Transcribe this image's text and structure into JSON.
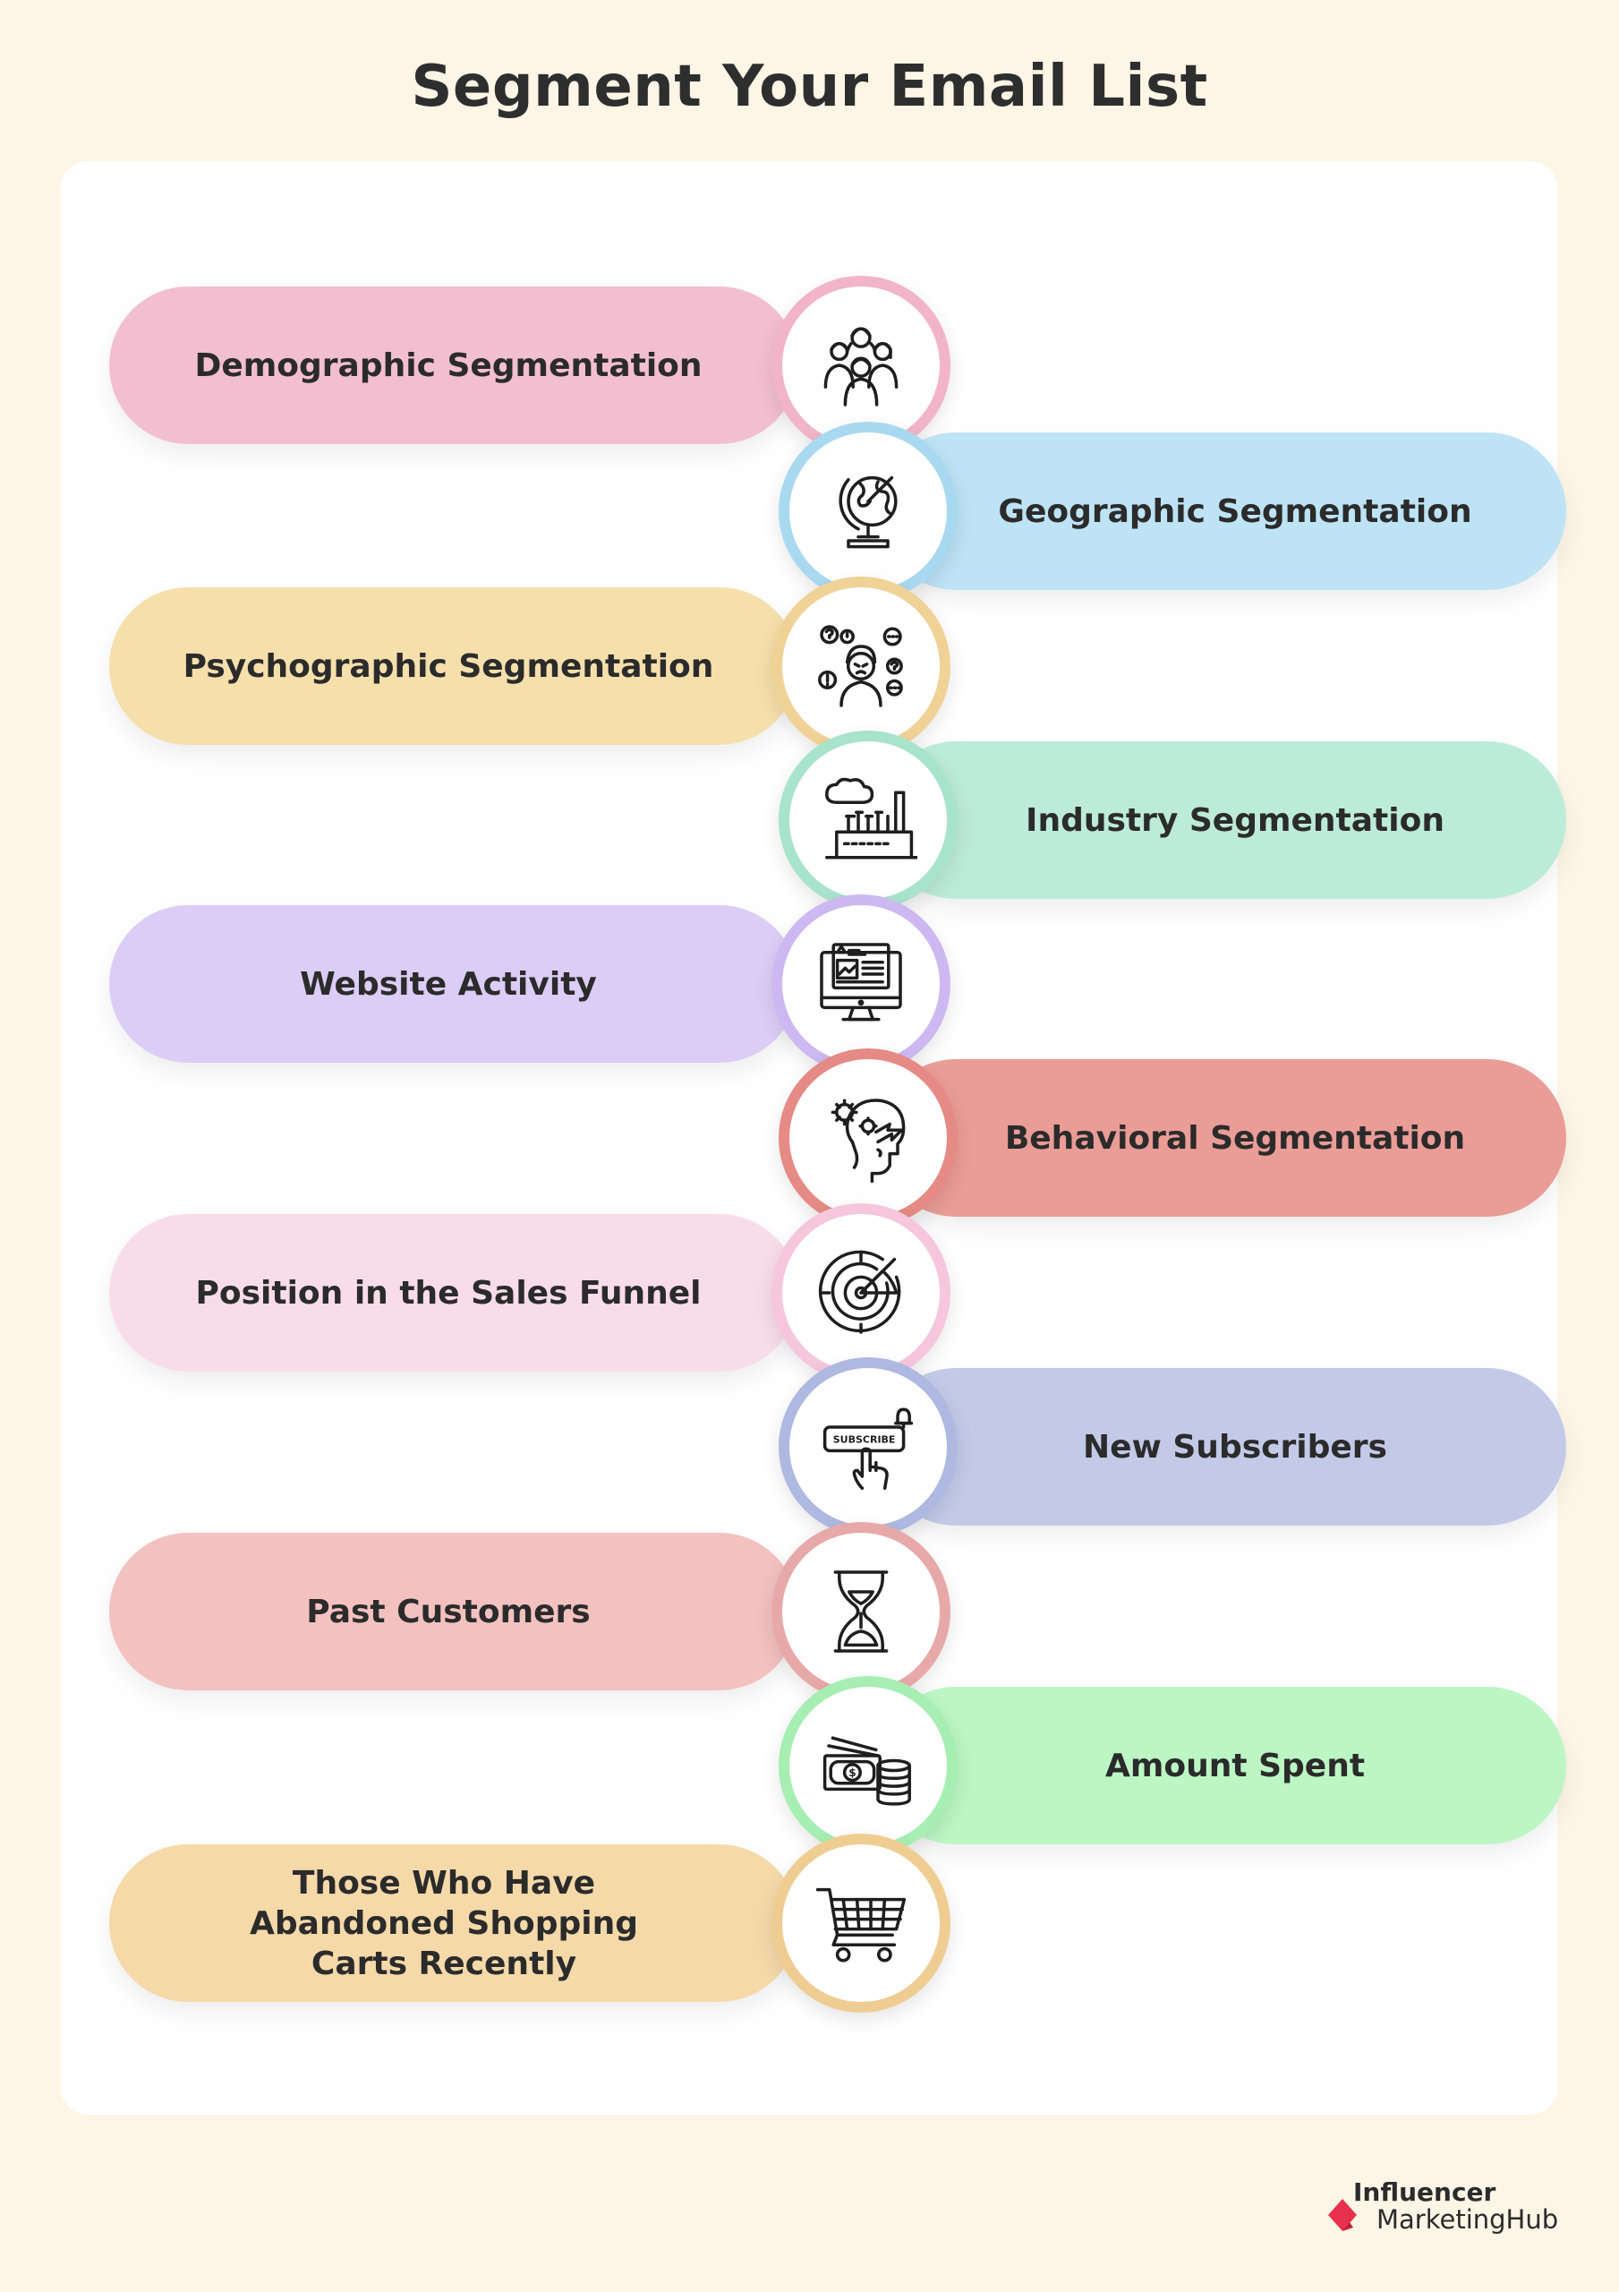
{
  "title": "Segment Your Email List",
  "segments": [
    {
      "label": "Demographic Segmentation",
      "icon": "people-group-icon",
      "side": "left",
      "fill": "#f2bfd0",
      "ring": "#f2b4c8"
    },
    {
      "label": "Geographic Segmentation",
      "icon": "globe-icon",
      "side": "right",
      "fill": "#bde3f5",
      "ring": "#a9d9f0"
    },
    {
      "label": "Psychographic Segmentation",
      "icon": "thinking-person-icon",
      "side": "left",
      "fill": "#f5dfab",
      "ring": "#f0d296"
    },
    {
      "label": "Industry Segmentation",
      "icon": "factory-icon",
      "side": "right",
      "fill": "#bdebd9",
      "ring": "#a8e3cb"
    },
    {
      "label": "Website Activity",
      "icon": "computer-monitor-icon",
      "side": "left",
      "fill": "#dccdf6",
      "ring": "#cdb8f2"
    },
    {
      "label": "Behavioral Segmentation",
      "icon": "head-gears-icon",
      "side": "right",
      "fill": "#ea9c96",
      "ring": "#e58a84"
    },
    {
      "label": "Position in the Sales Funnel",
      "icon": "radar-icon",
      "side": "left",
      "fill": "#f9dce9",
      "ring": "#f6c6dc"
    },
    {
      "label": "New Subscribers",
      "icon": "subscribe-button-icon",
      "side": "right",
      "fill": "#c2cae8",
      "ring": "#aeb8e0"
    },
    {
      "label": "Past Customers",
      "icon": "hourglass-icon",
      "side": "left",
      "fill": "#f2c1c0",
      "ring": "#e7a9a8"
    },
    {
      "label": "Amount Spent",
      "icon": "money-coins-icon",
      "side": "right",
      "fill": "#bcf6c4",
      "ring": "#a6eeb2"
    },
    {
      "label": "Those Who Have Abandoned Shopping Carts Recently",
      "icon": "shopping-cart-icon",
      "side": "left",
      "fill": "#f5d9a9",
      "ring": "#efcd92"
    }
  ],
  "icon_texts": {
    "subscribe": "SUBSCRIBE"
  },
  "logo": {
    "line1": "Influencer",
    "line2": "MarketingHub",
    "mark_color": "#e8314f"
  }
}
